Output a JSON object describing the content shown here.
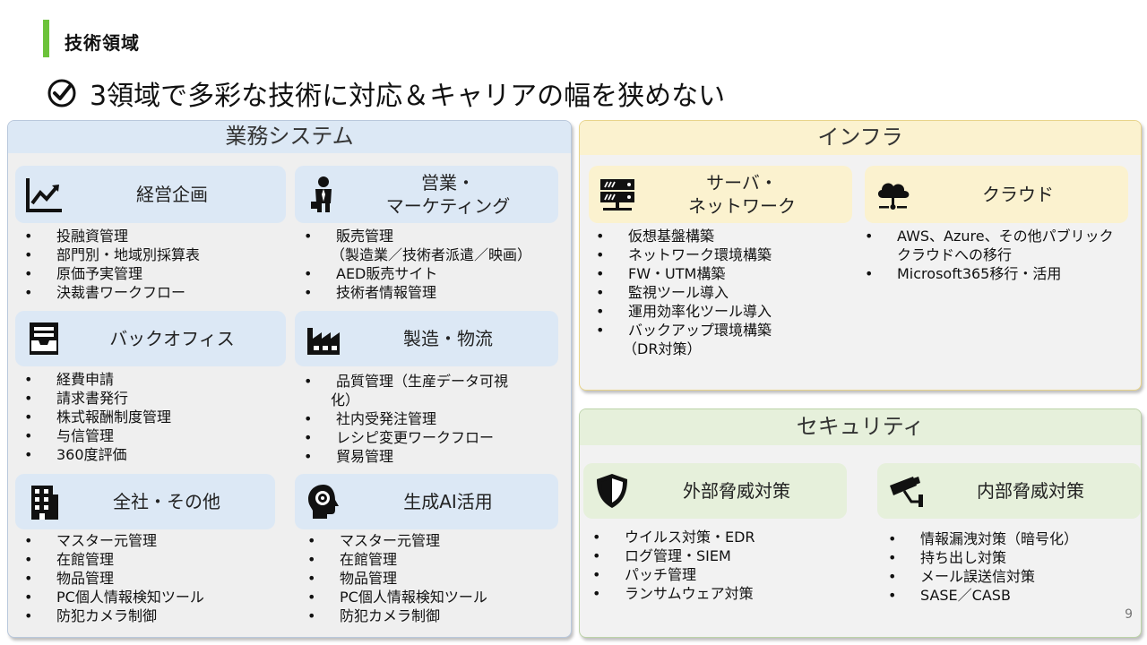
{
  "header": {
    "section": "技術領域",
    "headline": "3領域で多彩な技術に対応＆キャリアの幅を狭めない"
  },
  "page_number": "9",
  "panels": {
    "business": {
      "title": "業務システム",
      "cats": [
        {
          "icon": "trend-chart-icon",
          "label": "経営企画",
          "items": [
            "投融資管理",
            "部門別・地域別採算表",
            "原価予実管理",
            "決裁書ワークフロー"
          ]
        },
        {
          "icon": "businessperson-icon",
          "label_l1": "営業・",
          "label_l2": "マーケティング",
          "items": [
            "販売管理",
            "（製造業／技術者派遣／映画）",
            "AED販売サイト",
            "技術者情報管理"
          ]
        },
        {
          "icon": "inbox-tray-icon",
          "label": "バックオフィス",
          "items": [
            "経費申請",
            "請求書発行",
            "株式報酬制度管理",
            "与信管理",
            "360度評価"
          ]
        },
        {
          "icon": "factory-icon",
          "label": "製造・物流",
          "items": [
            "品質管理（生産データ可視",
            "化）",
            "社内受発注管理",
            "レシピ変更ワークフロー",
            "貿易管理"
          ]
        },
        {
          "icon": "building-icon",
          "label": "全社・その他",
          "items": [
            "マスター元管理",
            "在館管理",
            "物品管理",
            "PC個人情報検知ツール",
            "防犯カメラ制御"
          ]
        },
        {
          "icon": "ai-head-gear-icon",
          "label": "生成AI活用",
          "items": [
            "マスター元管理",
            "在館管理",
            "物品管理",
            "PC個人情報検知ツール",
            "防犯カメラ制御"
          ]
        }
      ]
    },
    "infra": {
      "title": "インフラ",
      "cats": [
        {
          "icon": "server-icon",
          "label_l1": "サーバ・",
          "label_l2": "ネットワーク",
          "items": [
            "仮想基盤構築",
            "ネットワーク環境構築",
            "FW・UTM構築",
            "監視ツール導入",
            "運用効率化ツール導入",
            "バックアップ環境構築",
            "（DR対策）"
          ]
        },
        {
          "icon": "cloud-icon",
          "label": "クラウド",
          "items": [
            "AWS、Azure、その他パブリック",
            "クラウドへの移行",
            "Microsoft365移行・活用"
          ]
        }
      ]
    },
    "security": {
      "title": "セキュリティ",
      "cats": [
        {
          "icon": "shield-icon",
          "label": "外部脅威対策",
          "items": [
            "ウイルス対策・EDR",
            "ログ管理・SIEM",
            "パッチ管理",
            "ランサムウェア対策"
          ]
        },
        {
          "icon": "security-camera-icon",
          "label": "内部脅威対策",
          "items": [
            "情報漏洩対策（暗号化）",
            "持ち出し対策",
            "メール誤送信対策",
            "SASE／CASB"
          ]
        }
      ]
    }
  }
}
